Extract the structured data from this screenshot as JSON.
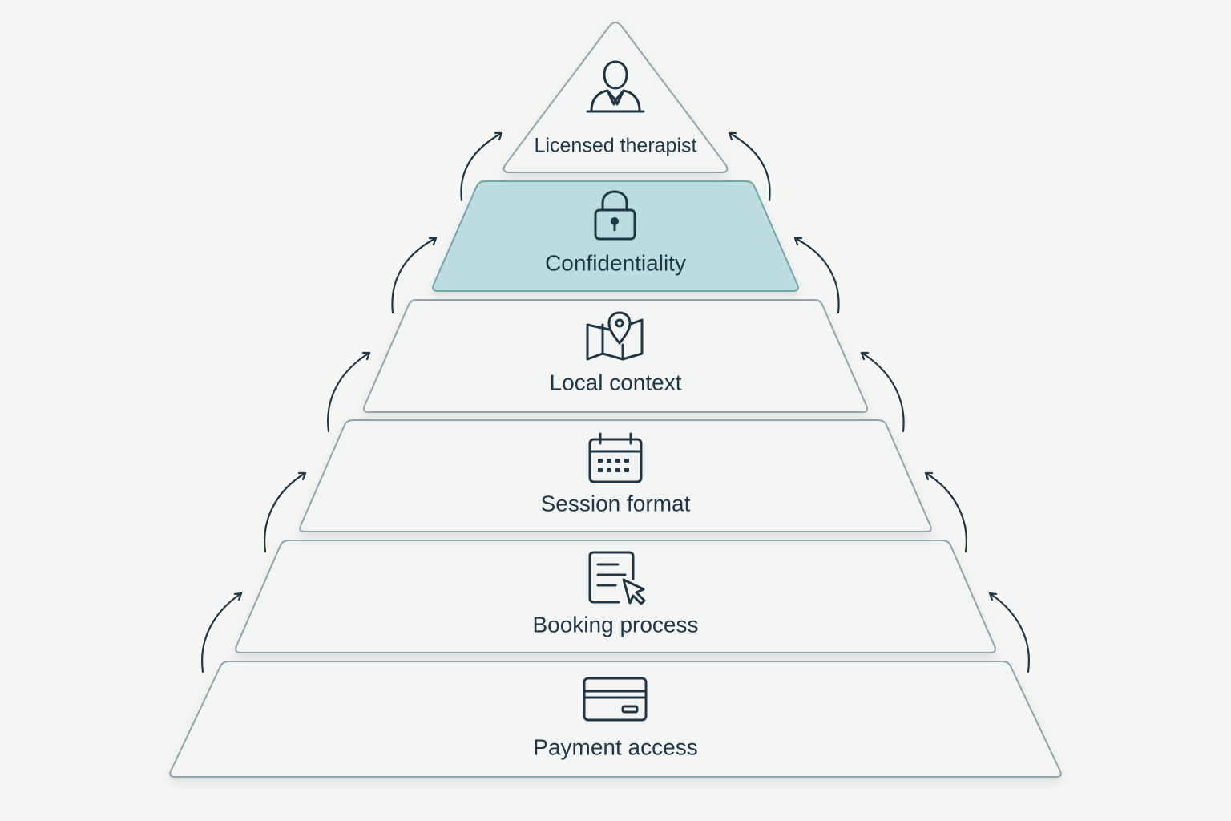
{
  "pyramid": {
    "layers": [
      {
        "label": "Licensed therapist",
        "icon": "person-icon",
        "highlight": false
      },
      {
        "label": "Confidentiality",
        "icon": "lock-icon",
        "highlight": true
      },
      {
        "label": "Local context",
        "icon": "map-pin-icon",
        "highlight": false
      },
      {
        "label": "Session format",
        "icon": "calendar-icon",
        "highlight": false
      },
      {
        "label": "Booking process",
        "icon": "document-cursor-icon",
        "highlight": false
      },
      {
        "label": "Payment access",
        "icon": "credit-card-icon",
        "highlight": false
      }
    ]
  },
  "colors": {
    "background": "#f5f5f3",
    "layer_fill": "#f3f5f5",
    "layer_stroke": "#8fa4ad",
    "highlight_fill": "#bcdcde",
    "highlight_stroke": "#6fa7ae",
    "ink": "#1f3646"
  }
}
